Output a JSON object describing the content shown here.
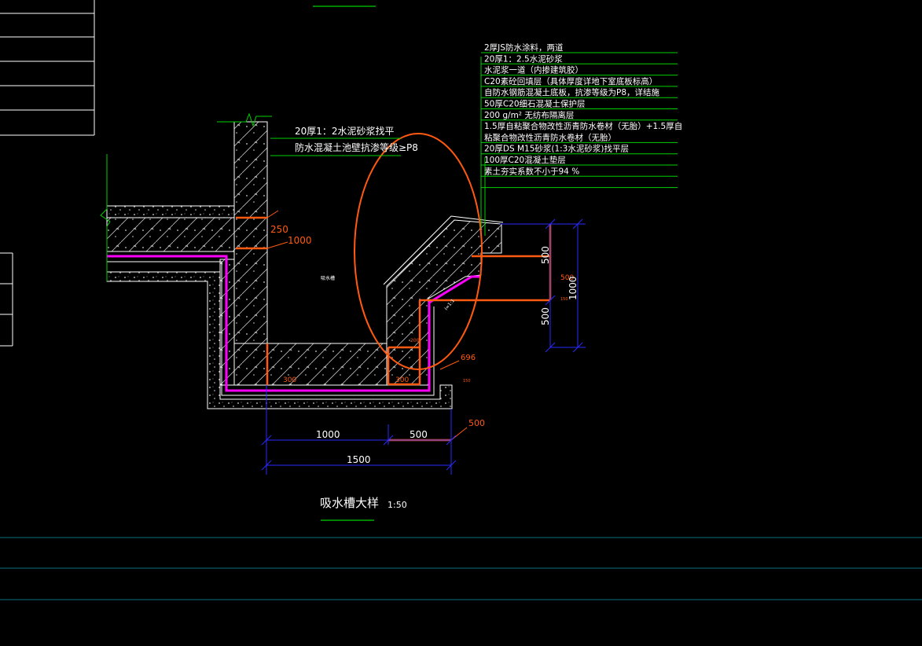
{
  "colors": {
    "background": "#000000",
    "line": "#ffffff",
    "leader": "#00d000",
    "dimension": "#2a2aff",
    "accent": "#ff5a10",
    "membrane": "#ff00ff",
    "frame": "#0c6f7e"
  },
  "layer_notes": [
    "2厚JS防水涂料，两道",
    "20厚1：2.5水泥砂浆",
    "水泥浆一道（内掺建筑胶）",
    "C20素砼回填层（具体厚度详地下室底板标高）",
    "自防水钢筋混凝土底板，抗渗等级为P8，详结施",
    "50厚C20细石混凝土保护层",
    "200 g/m² 无纺布隔离层",
    "1.5厚自粘聚合物改性沥青防水卷材（无胎）+1.5厚自",
    "粘聚合物改性沥青防水卷材（无胎）",
    "20厚DS M15砂浆(1:3水泥砂浆)找平层",
    "100厚C20混凝土垫层",
    "素土夯实系数不小于94 %"
  ],
  "wall_notes": [
    "20厚1：2水泥砂浆找平",
    "防水混凝土池壁抗渗等级≥P8"
  ],
  "tags": {
    "side": "250",
    "top": "1000",
    "inner_label": "吸水槽",
    "bottom_left": "300",
    "bottom_right": "300",
    "corner_small": "200",
    "slope": "696",
    "tiny": "150",
    "bottom_tag": "500",
    "right_tag": "500",
    "right_mid": "150"
  },
  "dimensions": {
    "right_upper": "500",
    "right_lower": "500",
    "right_total": "1000",
    "bottom_a": "1000",
    "bottom_b": "500",
    "bottom_total": "1500"
  },
  "title": {
    "name": "吸水槽大样",
    "scale": "1:50"
  }
}
